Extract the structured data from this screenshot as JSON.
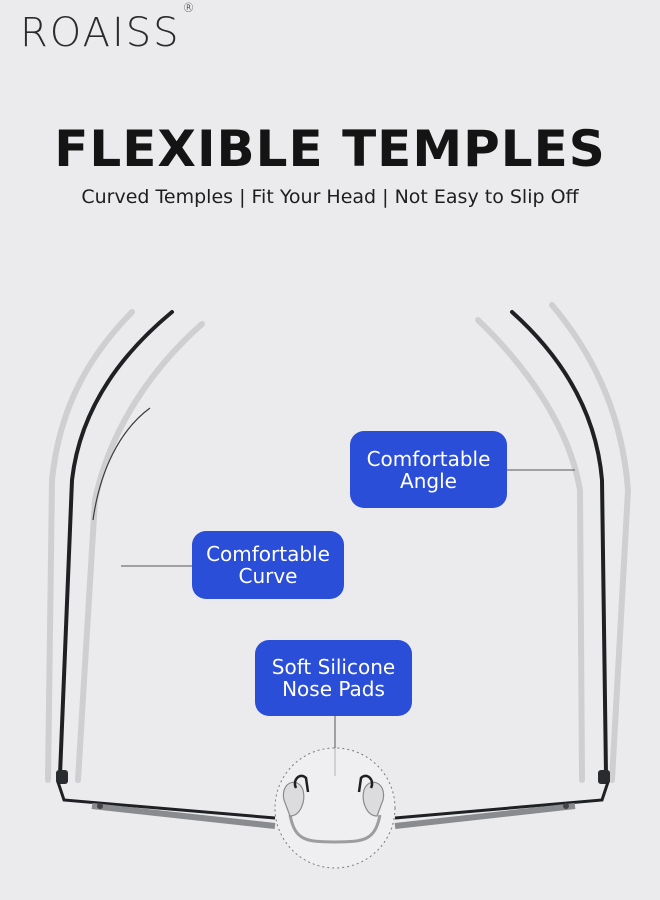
{
  "brand": {
    "name": "ROAISS",
    "mark": "®"
  },
  "heading": "FLEXIBLE TEMPLES",
  "subheading": "Curved Temples | Fit Your Head | Not Easy to Slip Off",
  "callouts": {
    "angle": {
      "line1": "Comfortable",
      "line2": "Angle"
    },
    "curve": {
      "line1": "Comfortable",
      "line2": "Curve"
    },
    "pads": {
      "line1": "Soft Silicone",
      "line2": "Nose Pads"
    }
  },
  "colors": {
    "background": "#ebebed",
    "callout": "#2a4ed8",
    "frame": "#1f2023",
    "ghost": "#c9c9cb"
  }
}
